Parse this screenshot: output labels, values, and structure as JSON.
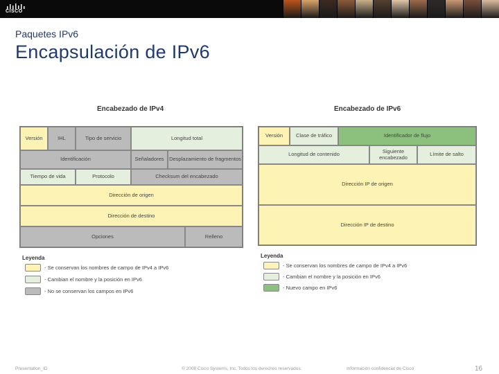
{
  "header": {
    "logo_text": "CISCO",
    "photo_colors": [
      "#b9541c",
      "#d8a56b",
      "#3b2a20",
      "#8a5a3a",
      "#c9b08a",
      "#54402f",
      "#e0c6a8",
      "#9b6b4b",
      "#2f2a2a",
      "#c89a74",
      "#7a4e3a",
      "#d9bca0"
    ]
  },
  "slide": {
    "section": "Paquetes IPv6",
    "title": "Encapsulación de IPv6"
  },
  "ipv4": {
    "heading": "Encabezado de IPv4",
    "cells": {
      "version": "Versión",
      "ihl": "IHL",
      "tos": "Tipo de servicio",
      "total_length": "Longitud total",
      "identification": "Identificación",
      "flags": "Señaladores",
      "fragment_offset": "Desplazamiento de fragmentos",
      "ttl": "Tiempo de vida",
      "protocol": "Protocolo",
      "checksum": "Checksum del encabezado",
      "src": "Dirección de origen",
      "dst": "Dirección de destino",
      "options": "Opciones",
      "padding": "Relleno"
    },
    "legend": {
      "title": "Leyenda",
      "items": [
        "- Se conservan los nombres de campo de IPv4 a IPv6",
        "- Cambian el nombre y la posición en IPv6",
        "- No se conservan los campos en IPv6"
      ]
    }
  },
  "ipv6": {
    "heading": "Encabezado de IPv6",
    "cells": {
      "version": "Versión",
      "traffic_class": "Clase de tráfico",
      "flow_label": "Identificador de flujo",
      "payload_length": "Longitud de contenido",
      "next_header": "Siguiente encabezado",
      "hop_limit": "Límite de salto",
      "src": "Dirección IP de origen",
      "dst": "Dirección IP de destino"
    },
    "legend": {
      "title": "Leyenda",
      "items": [
        "- Se conservan los nombres de campo de IPv4 a IPv6",
        "- Cambian el nombre y la posición en IPv6",
        "- Nuevo campo en IPv6"
      ]
    }
  },
  "colors": {
    "kept": "#fdf3b4",
    "changed": "#e4efde",
    "removed": "#bbbbbb",
    "new": "#8bc17c"
  },
  "footer": {
    "presentation": "Presentation_ID",
    "copyright": "© 2008 Cisco Systems, Inc. Todos los derechos reservados.",
    "confidential": "Información confidencial de Cisco",
    "page": "16"
  }
}
